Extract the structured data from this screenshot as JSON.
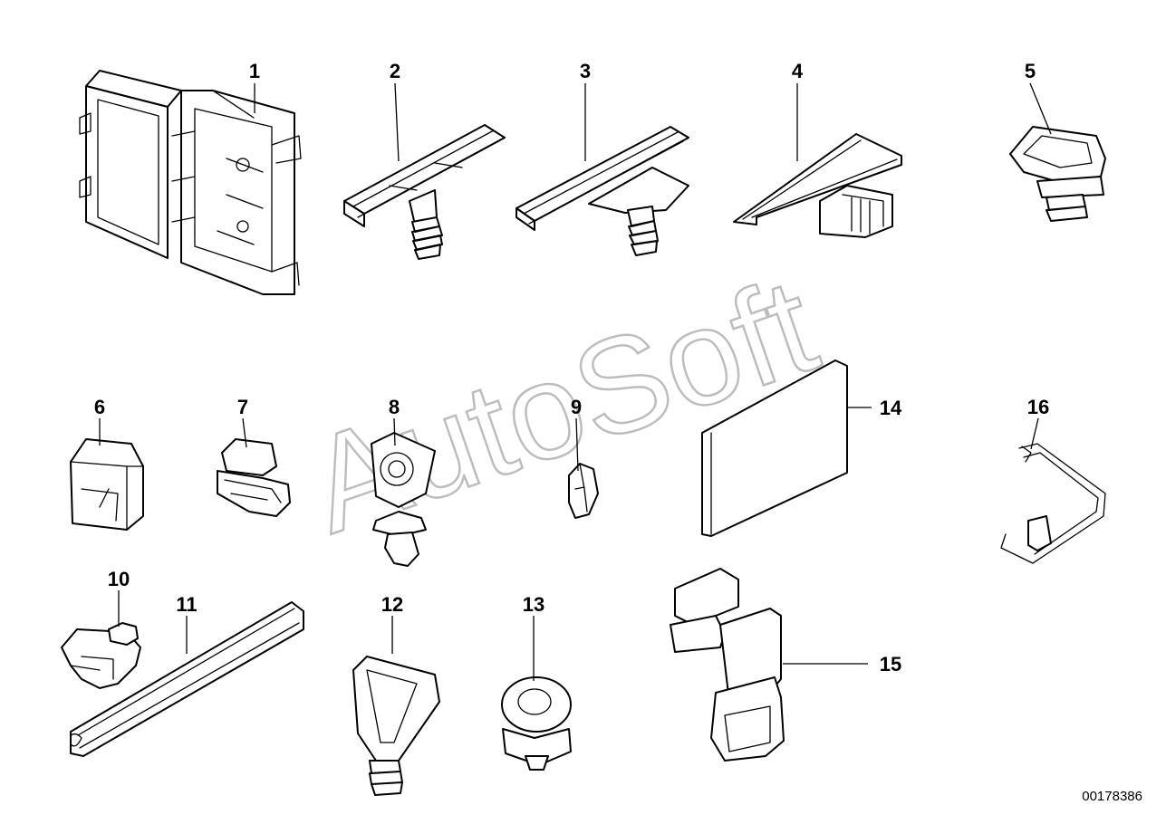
{
  "labels": [
    "1",
    "2",
    "3",
    "4",
    "5",
    "6",
    "7",
    "8",
    "9",
    "10",
    "11",
    "12",
    "13",
    "14",
    "15",
    "16"
  ],
  "watermark": "AutoSoft",
  "reference_number": "00178386"
}
